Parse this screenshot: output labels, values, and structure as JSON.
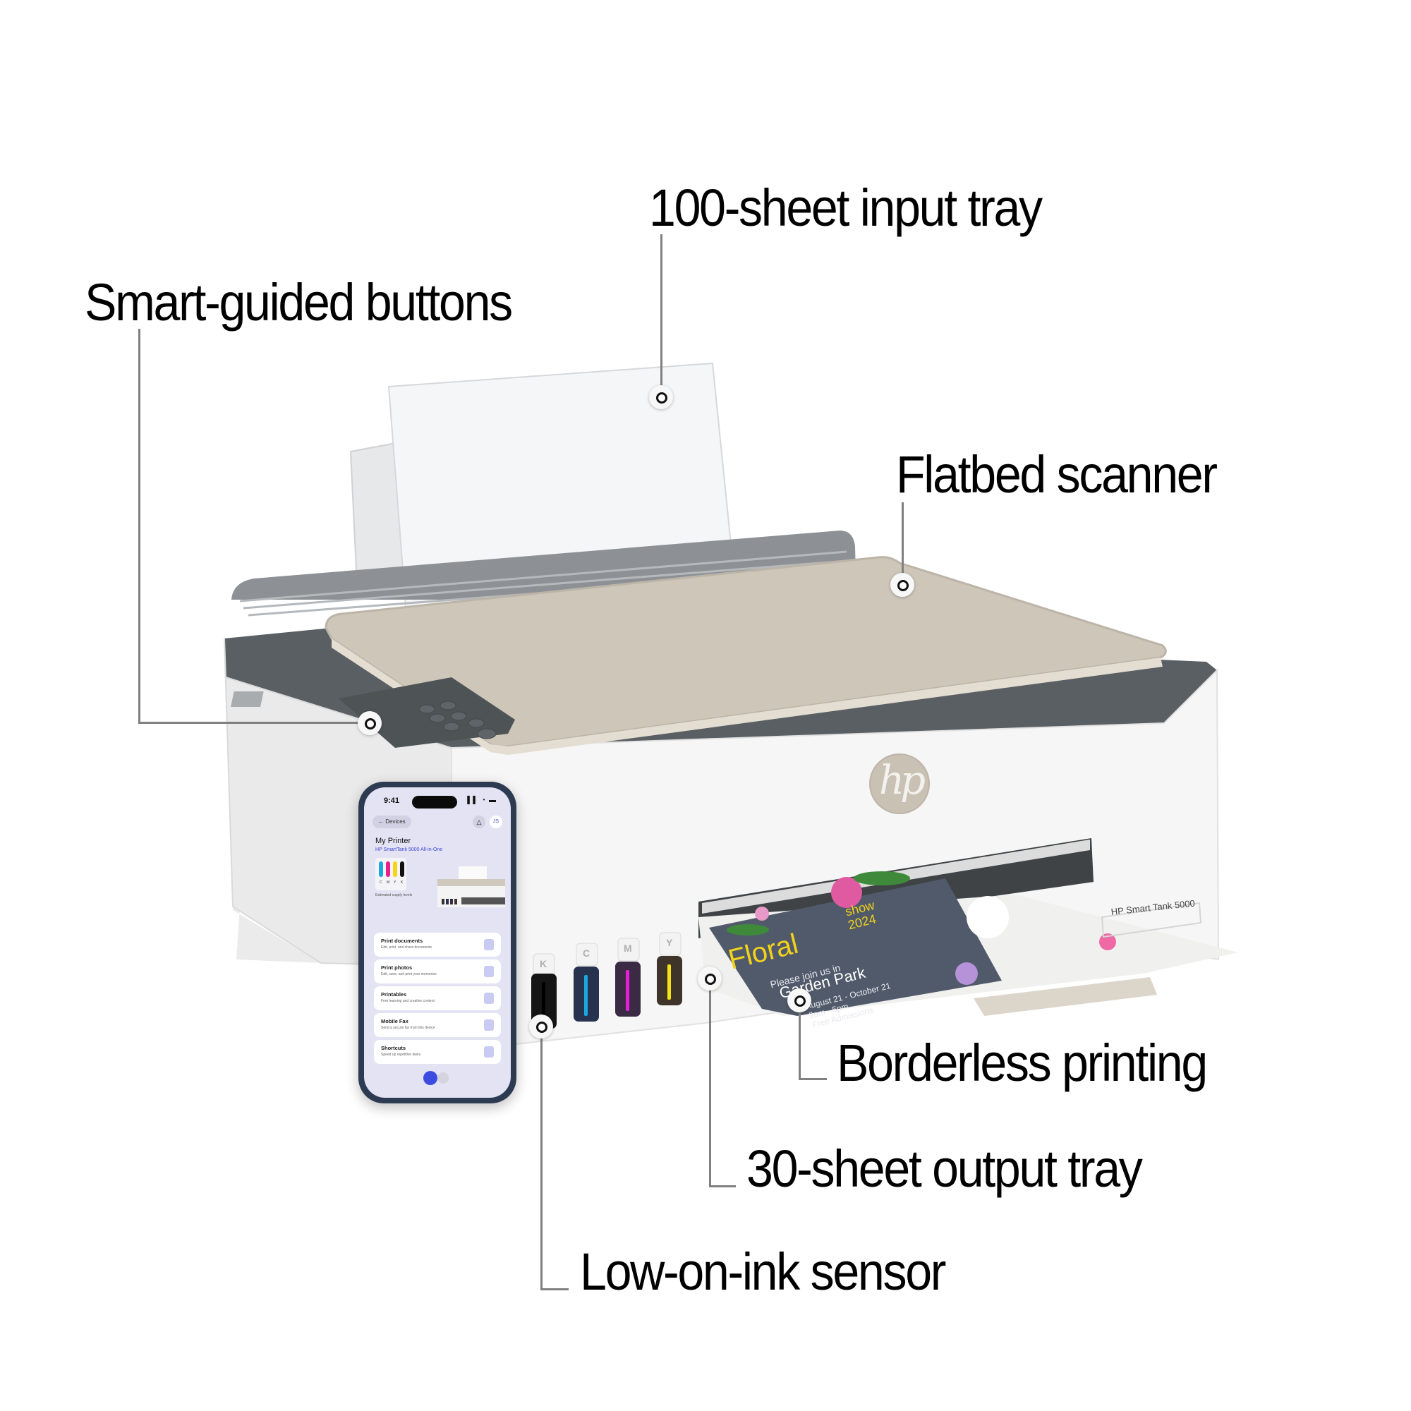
{
  "callouts": [
    {
      "id": "smart-guided-buttons",
      "label": "Smart-guided buttons"
    },
    {
      "id": "input-tray",
      "label": "100-sheet input tray"
    },
    {
      "id": "flatbed-scanner",
      "label": "Flatbed scanner"
    },
    {
      "id": "borderless-printing",
      "label": "Borderless printing"
    },
    {
      "id": "output-tray",
      "label": "30-sheet output tray"
    },
    {
      "id": "low-ink-sensor",
      "label": "Low-on-ink sensor"
    }
  ],
  "printer": {
    "brand_logo": "hp",
    "model_badge": "HP Smart Tank 5000",
    "ink_tanks": [
      {
        "letter": "K",
        "color": "#1a1a1a"
      },
      {
        "letter": "C",
        "color": "#19a8e0"
      },
      {
        "letter": "M",
        "color": "#e81fd8"
      },
      {
        "letter": "Y",
        "color": "#f4e414"
      }
    ],
    "lid_color": "#cfc8bc",
    "panel_color": "#5a5f63",
    "body_color": "#f2f2f2"
  },
  "poster": {
    "title": "Floral",
    "title_suffix_1": "show",
    "title_suffix_2": "2024",
    "line1": "Please join us in",
    "line2": "Garden Park",
    "line3": "August 21 - October 21",
    "line4": "9am - 5pm",
    "line5": "Free Admissions"
  },
  "phone": {
    "time": "9:41",
    "signal": "▌▌ ◔ ▬",
    "back_label": "← Devices",
    "bell_icon": "△",
    "avatar": "JS",
    "title": "My Printer",
    "subtitle": "HP SmartTank 5000 All-in-One",
    "ink_labels": [
      "C",
      "M",
      "Y",
      "K"
    ],
    "supply_caption": "Estimated supply levels",
    "cards": [
      {
        "title": "Print documents",
        "subtitle": "Edit, print, and share documents"
      },
      {
        "title": "Print photos",
        "subtitle": "Edit, save, and print your memories"
      },
      {
        "title": "Printables",
        "subtitle": "Free learning and creative content"
      },
      {
        "title": "Mobile Fax",
        "subtitle": "Send a secure fax from this device"
      },
      {
        "title": "Shortcuts",
        "subtitle": "Speed up repetitive tasks"
      }
    ]
  }
}
